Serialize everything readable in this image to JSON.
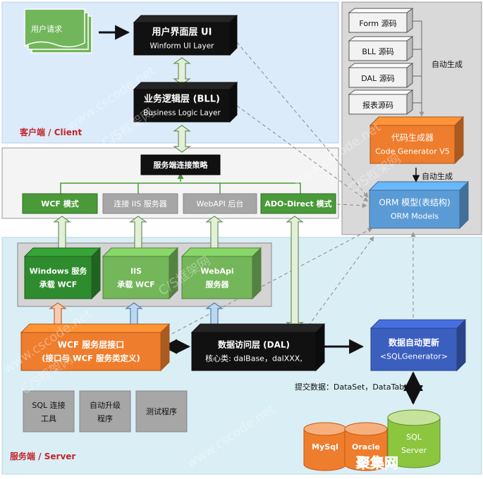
{
  "client": {
    "label": "客户端 / Client"
  },
  "server": {
    "label": "服务端 / Server"
  },
  "user_request": "用户请求",
  "ui_layer": {
    "title": "用户界面层 UI",
    "subtitle": "Winform UI Layer"
  },
  "bll_layer": {
    "title": "业务逻辑层 (BLL)",
    "subtitle": "Business Logic Layer"
  },
  "connection_strategy": "服务端连接策略",
  "modes": [
    {
      "label": "WCF 模式",
      "style": "green"
    },
    {
      "label": "连接 IIS 服务器",
      "style": "gray"
    },
    {
      "label": "WebAPI 后台",
      "style": "gray"
    },
    {
      "label": "ADO-Direct 模式",
      "style": "green"
    }
  ],
  "hosts": [
    {
      "line1": "Windows 服务",
      "line2": "承载 WCF"
    },
    {
      "line1": "IIS",
      "line2": "承载 WCF"
    },
    {
      "line1": "WebApi",
      "line2": "服务器"
    }
  ],
  "wcf_interface": {
    "line1": "WCF 服务层接口",
    "line2": "(接口与 WCF 服务类定义)"
  },
  "dal": {
    "title": "数据访问层 (DAL)",
    "subtitle": "核心类: dalBase，dalXXX,"
  },
  "sql_generator": {
    "title": "数据自动更新",
    "subtitle": "<SQLGenerator>"
  },
  "submit_data": "提交数据：DataSet，DataTable",
  "tools": [
    {
      "line1": "SQL 连接",
      "line2": "工具"
    },
    {
      "line1": "自动升级",
      "line2": "程序"
    },
    {
      "line1": "测试程序",
      "line2": ""
    }
  ],
  "databases": [
    {
      "line1": "MySql",
      "line2": "",
      "color": "#ee7d2d"
    },
    {
      "line1": "Oracle",
      "line2": "",
      "color": "#ee7d2d"
    },
    {
      "line1": "SQL",
      "line2": "Server",
      "color": "#8cc63f"
    }
  ],
  "sources": [
    "Form 源码",
    "BLL 源码",
    "DAL 源码",
    "报表源码"
  ],
  "auto_generate": "自动生成",
  "code_generator": {
    "title": "代码生成器",
    "subtitle": "Code Generator V5"
  },
  "orm": {
    "title": "ORM 模型(表结构)",
    "subtitle": "ORM Models"
  },
  "watermark": {
    "site": "www.cscode.net",
    "name": "C/S框架网"
  },
  "logo": "聚集网",
  "colors": {
    "client_bg": "#dcebf9",
    "server_bg": "#daeef5",
    "black_box": "#111111",
    "green": "#4a9a3a",
    "orange": "#ee7d2d",
    "blue": "#5b9bd5"
  }
}
